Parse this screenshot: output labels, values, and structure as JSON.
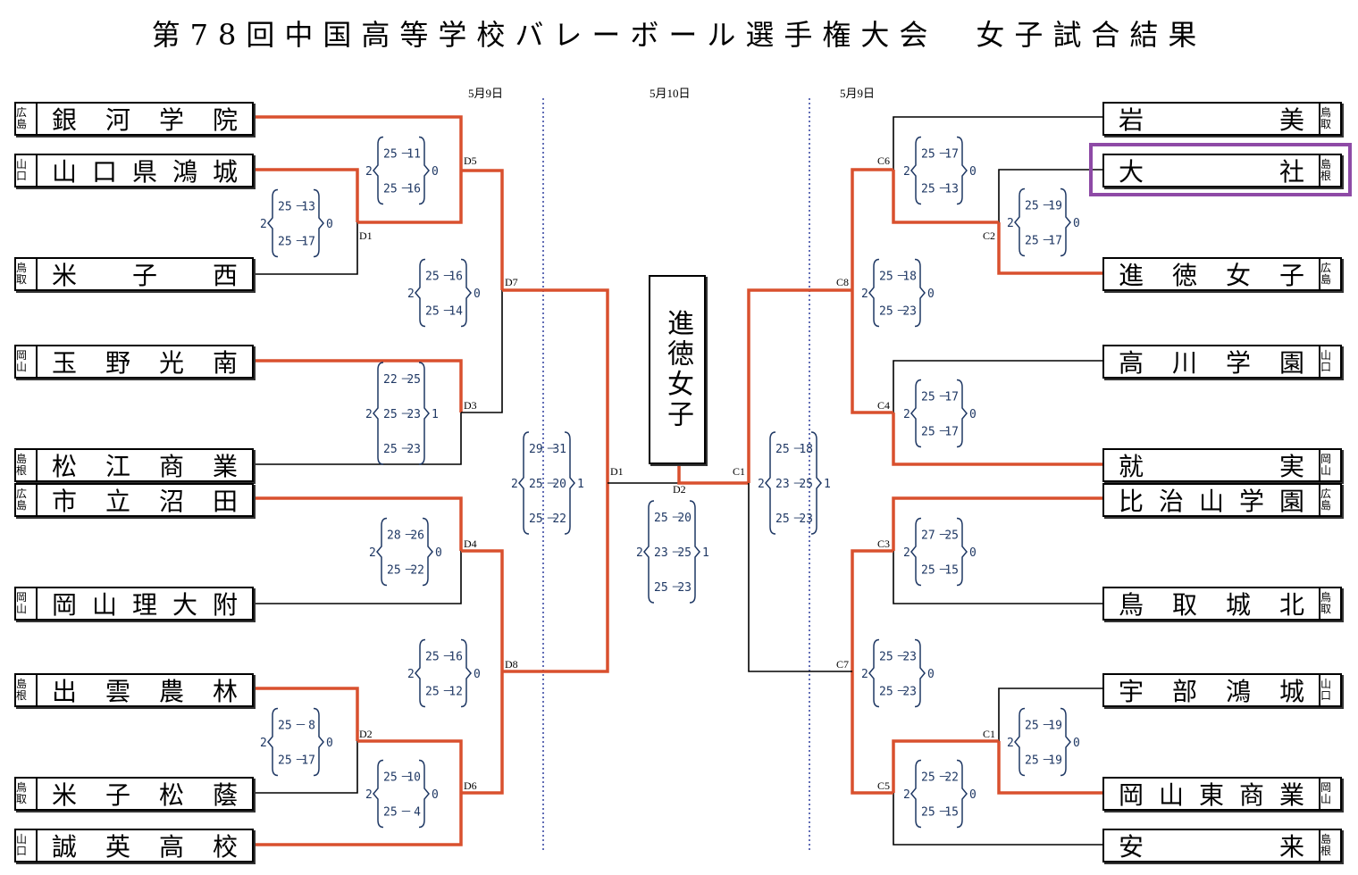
{
  "title": "第78回中国高等学校バレーボール選手権大会　女子試合結果",
  "dates": {
    "left": "5月9日",
    "center": "5月10日",
    "right": "5月9日"
  },
  "champion": "進徳女子",
  "teams_left": [
    {
      "name": "銀河学院",
      "pref": "広島"
    },
    {
      "name": "山口県鴻城",
      "pref": "山口"
    },
    {
      "name": "米子西",
      "pref": "鳥取"
    },
    {
      "name": "玉野光南",
      "pref": "岡山"
    },
    {
      "name": "松江商業",
      "pref": "島根"
    },
    {
      "name": "市立沼田",
      "pref": "広島"
    },
    {
      "name": "岡山理大附",
      "pref": "岡山"
    },
    {
      "name": "出雲農林",
      "pref": "島根"
    },
    {
      "name": "米子松蔭",
      "pref": "鳥取"
    },
    {
      "name": "誠英高校",
      "pref": "山口"
    }
  ],
  "teams_right": [
    {
      "name": "岩美",
      "pref": "鳥取"
    },
    {
      "name": "大社",
      "pref": "島根"
    },
    {
      "name": "進徳女子",
      "pref": "広島"
    },
    {
      "name": "高川学園",
      "pref": "山口"
    },
    {
      "name": "就実",
      "pref": "岡山"
    },
    {
      "name": "比治山学園",
      "pref": "広島"
    },
    {
      "name": "鳥取城北",
      "pref": "鳥取"
    },
    {
      "name": "宇部鴻城",
      "pref": "山口"
    },
    {
      "name": "岡山東商業",
      "pref": "岡山"
    },
    {
      "name": "安来",
      "pref": "島根"
    }
  ],
  "matches": [
    {
      "code": "D1",
      "sets_won": [
        "2",
        "0"
      ],
      "scores": [
        [
          "25",
          "13"
        ],
        [
          "25",
          "17"
        ]
      ]
    },
    {
      "code": "D5",
      "sets_won": [
        "2",
        "0"
      ],
      "scores": [
        [
          "25",
          "11"
        ],
        [
          "25",
          "16"
        ]
      ]
    },
    {
      "code": "D7",
      "sets_won": [
        "2",
        "0"
      ],
      "scores": [
        [
          "25",
          "16"
        ],
        [
          "25",
          "14"
        ]
      ]
    },
    {
      "code": "D3",
      "sets_won": [
        "2",
        "1"
      ],
      "scores": [
        [
          "22",
          "25"
        ],
        [
          "25",
          "23"
        ],
        [
          "25",
          "23"
        ]
      ]
    },
    {
      "code": "D4",
      "sets_won": [
        "2",
        "0"
      ],
      "scores": [
        [
          "28",
          "26"
        ],
        [
          "25",
          "22"
        ]
      ]
    },
    {
      "code": "D8",
      "sets_won": [
        "2",
        "0"
      ],
      "scores": [
        [
          "25",
          "16"
        ],
        [
          "25",
          "12"
        ]
      ]
    },
    {
      "code": "D2",
      "sets_won": [
        "2",
        "0"
      ],
      "scores": [
        [
          "25",
          "8"
        ],
        [
          "25",
          "17"
        ]
      ]
    },
    {
      "code": "D6",
      "sets_won": [
        "2",
        "0"
      ],
      "scores": [
        [
          "25",
          "10"
        ],
        [
          "25",
          "4"
        ]
      ]
    },
    {
      "code": "D1",
      "sets_won": [
        "2",
        "1"
      ],
      "scores": [
        [
          "29",
          "31"
        ],
        [
          "25",
          "20"
        ],
        [
          "25",
          "22"
        ]
      ]
    },
    {
      "code": "D2",
      "sets_won": [
        "2",
        "1"
      ],
      "scores": [
        [
          "25",
          "20"
        ],
        [
          "23",
          "25"
        ],
        [
          "25",
          "23"
        ]
      ]
    },
    {
      "code": "C1",
      "sets_won": [
        "2",
        "1"
      ],
      "scores": [
        [
          "25",
          "18"
        ],
        [
          "23",
          "25"
        ],
        [
          "25",
          "23"
        ]
      ]
    },
    {
      "code": "C6",
      "sets_won": [
        "2",
        "0"
      ],
      "scores": [
        [
          "25",
          "17"
        ],
        [
          "25",
          "13"
        ]
      ]
    },
    {
      "code": "C2",
      "sets_won": [
        "2",
        "0"
      ],
      "scores": [
        [
          "25",
          "19"
        ],
        [
          "25",
          "17"
        ]
      ]
    },
    {
      "code": "C8",
      "sets_won": [
        "2",
        "0"
      ],
      "scores": [
        [
          "25",
          "18"
        ],
        [
          "25",
          "23"
        ]
      ]
    },
    {
      "code": "C4",
      "sets_won": [
        "2",
        "0"
      ],
      "scores": [
        [
          "25",
          "17"
        ],
        [
          "25",
          "17"
        ]
      ]
    },
    {
      "code": "C3",
      "sets_won": [
        "2",
        "0"
      ],
      "scores": [
        [
          "27",
          "25"
        ],
        [
          "25",
          "15"
        ]
      ]
    },
    {
      "code": "C7",
      "sets_won": [
        "2",
        "0"
      ],
      "scores": [
        [
          "25",
          "23"
        ],
        [
          "25",
          "23"
        ]
      ]
    },
    {
      "code": "C1",
      "sets_won": [
        "2",
        "0"
      ],
      "scores": [
        [
          "25",
          "19"
        ],
        [
          "25",
          "19"
        ]
      ]
    },
    {
      "code": "C5",
      "sets_won": [
        "2",
        "0"
      ],
      "scores": [
        [
          "25",
          "22"
        ],
        [
          "25",
          "15"
        ]
      ]
    }
  ],
  "colors": {
    "winner_line": "#d9502e",
    "line": "#000000",
    "score_text": "#1f3864",
    "divider": "#2e3e9e",
    "highlight": "#8e4aa6"
  }
}
